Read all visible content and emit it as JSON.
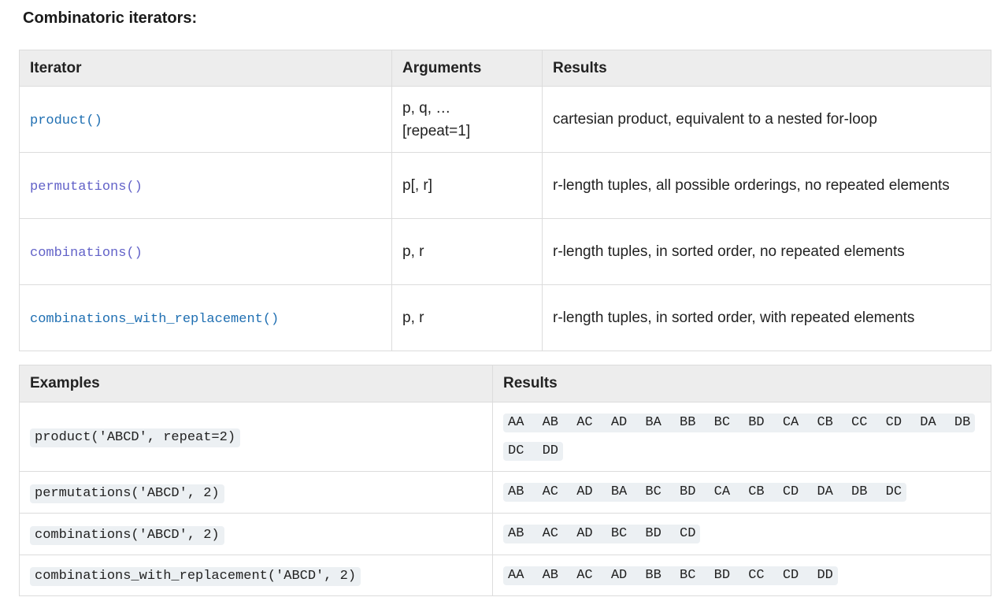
{
  "page": {
    "title": "Combinatoric iterators:"
  },
  "colors": {
    "link_blue": "#1f6fb2",
    "link_visited_purple": "#6262c8",
    "header_background": "#ededed",
    "code_background": "#ecf0f3",
    "table_border": "#dcdcdc",
    "text": "#222222"
  },
  "iterators_table": {
    "headers": [
      "Iterator",
      "Arguments",
      "Results"
    ],
    "rows": [
      {
        "iterator": "product()",
        "arguments": "p, q, … [repeat=1]",
        "results": "cartesian product, equivalent to a nested for-loop"
      },
      {
        "iterator": "permutations()",
        "arguments": "p[, r]",
        "results": "r-length tuples, all possible orderings, no repeated elements"
      },
      {
        "iterator": "combinations()",
        "arguments": "p, r",
        "results": "r-length tuples, in sorted order, no repeated elements"
      },
      {
        "iterator": "combinations_with_replacement()",
        "arguments": "p, r",
        "results": "r-length tuples, in sorted order, with repeated elements"
      }
    ]
  },
  "examples_table": {
    "headers": [
      "Examples",
      "Results"
    ],
    "rows": [
      {
        "example": "product('ABCD', repeat=2)",
        "results": "AA AB AC AD BA BB BC BD CA CB CC CD DA DB DC DD"
      },
      {
        "example": "permutations('ABCD', 2)",
        "results": "AB AC AD BA BC BD CA CB CD DA DB DC"
      },
      {
        "example": "combinations('ABCD', 2)",
        "results": "AB AC AD BC BD CD"
      },
      {
        "example": "combinations_with_replacement('ABCD', 2)",
        "results": "AA AB AC AD BB BC BD CC CD DD"
      }
    ]
  }
}
